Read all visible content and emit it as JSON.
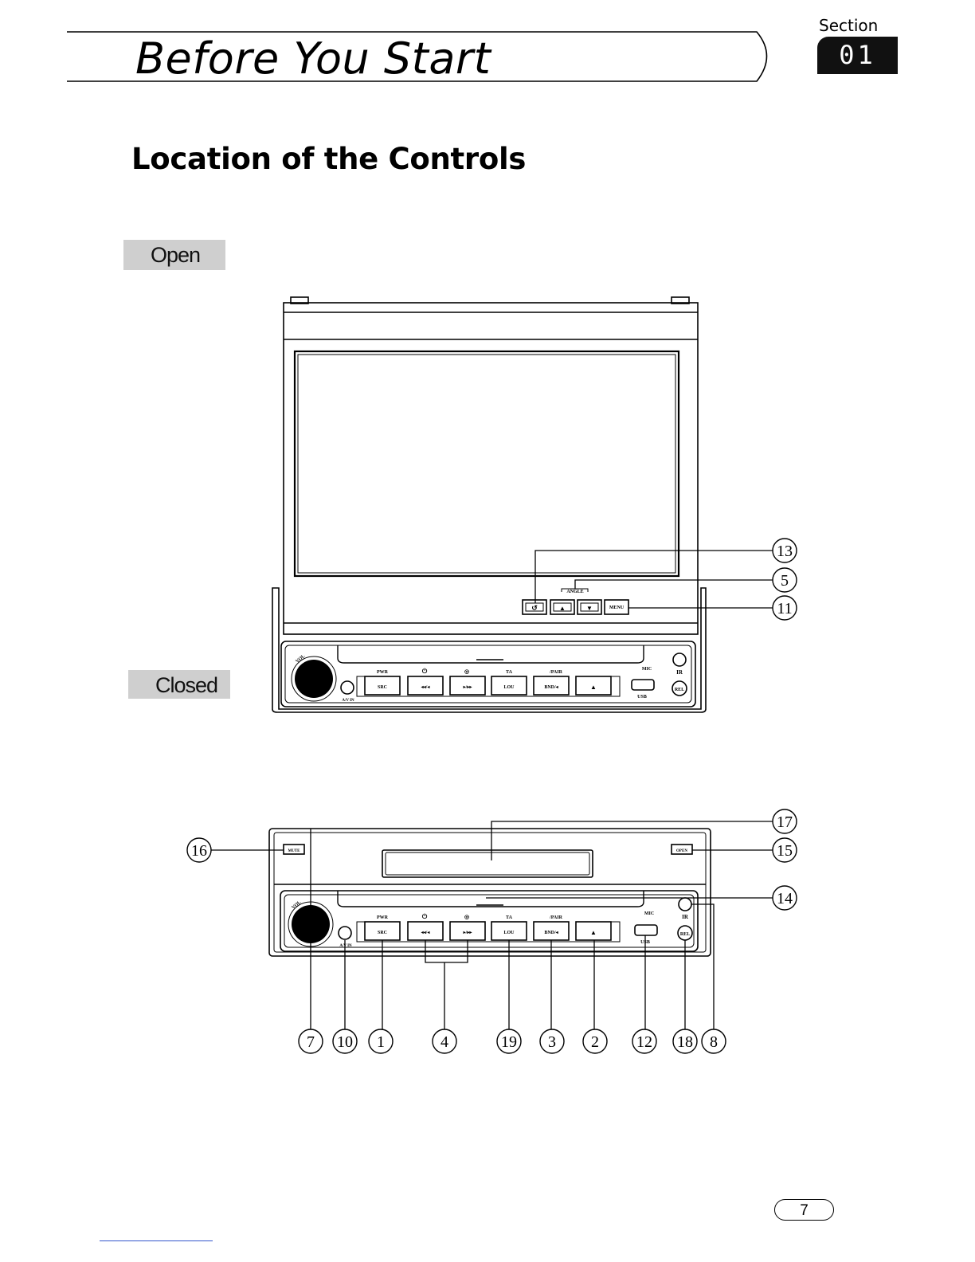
{
  "header": {
    "title": "Before You Start",
    "section_label": "Section",
    "section_number": "01"
  },
  "heading": "Location of the Controls",
  "tags": {
    "open": "Open",
    "closed": "Closed"
  },
  "device_labels": {
    "angle": "ANGLE",
    "menu": "MENU",
    "vol": "VOL",
    "av_in": "A/V IN",
    "pwr": "PWR",
    "ta": "TA",
    "pair": "/PAIR",
    "mic": "MIC",
    "src": "SRC",
    "prev": "◂◂/◂",
    "next": "▸/▸▸",
    "lou": "LOU",
    "bnd": "BND/◂",
    "eject": "▲",
    "rel": "REL",
    "ir": "IR",
    "usb": "USB",
    "mute": "MUTE",
    "open_btn": "OPEN"
  },
  "callouts_open": [
    "13",
    "5",
    "11"
  ],
  "callouts_closed_side": [
    "16",
    "17",
    "15",
    "14"
  ],
  "callouts_bottom": [
    "7",
    "10",
    "1",
    "4",
    "19",
    "3",
    "2",
    "12",
    "18",
    "8"
  ],
  "page_number": "7"
}
